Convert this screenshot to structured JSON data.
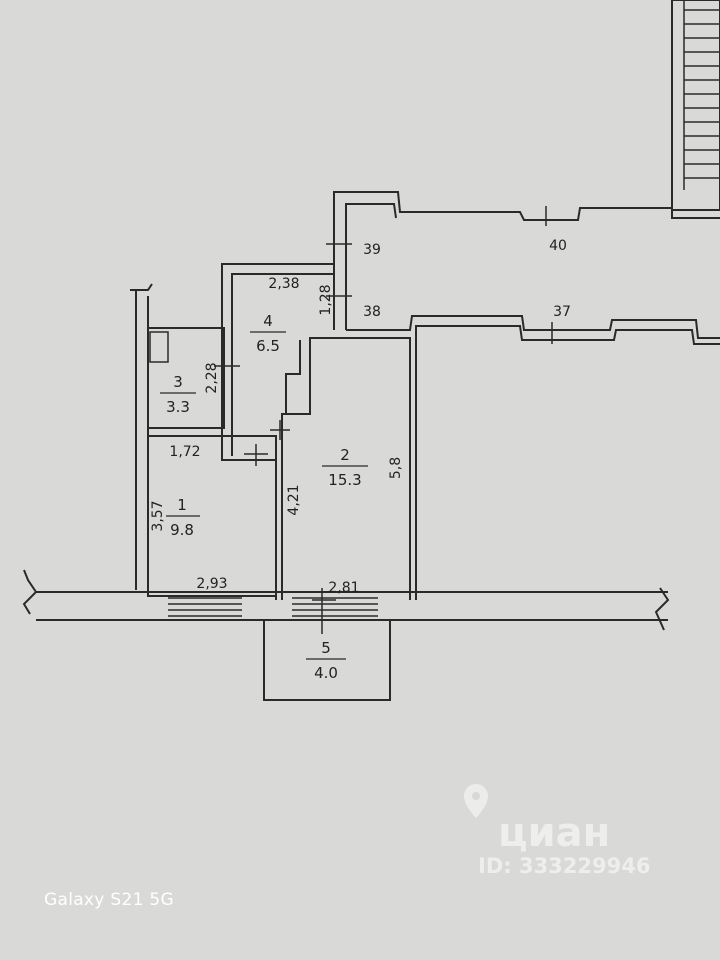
{
  "rooms": [
    {
      "number": "1",
      "area": "9.8"
    },
    {
      "number": "2",
      "area": "15.3"
    },
    {
      "number": "3",
      "area": "3.3"
    },
    {
      "number": "4",
      "area": "6.5"
    },
    {
      "number": "5",
      "area": "4.0"
    }
  ],
  "dimensions": {
    "d_2_38": "2,38",
    "d_1_28": "1,28",
    "d_2_28": "2,28",
    "d_1_72": "1,72",
    "d_3_57": "3,57",
    "d_2_93": "2,93",
    "d_4_21": "4,21",
    "d_5_8": "5,8",
    "d_2_81": "2,81"
  },
  "axis_marks": [
    "39",
    "40",
    "38",
    "37"
  ],
  "watermark": {
    "brand": "циан",
    "id": "ID: 333229946"
  },
  "camera_label": "Galaxy S21 5G",
  "colors": {
    "paper": "#d9d9d7",
    "ink": "#2a2a2a"
  }
}
